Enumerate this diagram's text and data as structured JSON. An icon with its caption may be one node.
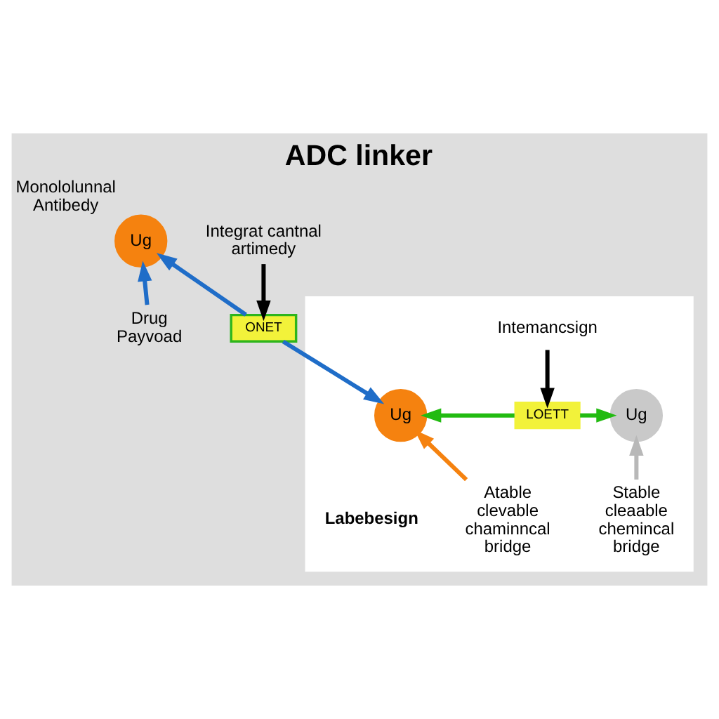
{
  "diagram": {
    "title": "ADC linker",
    "nodes": [
      {
        "text": [
          "Ug"
        ],
        "beside": [
          "Monololunnal Antibedy"
        ]
      },
      {
        "text": [
          "Integrat cantnal artimedy"
        ]
      },
      {
        "text": [
          "ONET"
        ]
      },
      {
        "text": [
          "Drug Payvoad"
        ]
      },
      {
        "text": [],
        "shape": "box"
      },
      {
        "text": [
          "Intemancsign"
        ],
        "in": 4
      },
      {
        "text": [
          "Ug"
        ],
        "in": 4
      },
      {
        "text": [
          "LOETT"
        ],
        "in": 4
      },
      {
        "text": [
          "Ug"
        ],
        "in": 4
      },
      {
        "text": [
          "Atable clevable chaminncal bridge"
        ],
        "in": 4
      },
      {
        "text": [
          "Stable cleaable chemincal bridge"
        ],
        "in": 4
      }
    ],
    "edges": [
      {
        "from": 3,
        "to": 0,
        "arrow": "to",
        "color": "#1f6dc8"
      },
      {
        "from": 2,
        "to": 0,
        "arrow": "to",
        "color": "#1f6dc8"
      },
      {
        "from": 1,
        "to": 2,
        "arrow": "to",
        "color": "#000000"
      },
      {
        "from": 2,
        "to": 6,
        "arrow": "to",
        "color": "#1f6dc8"
      },
      {
        "from": 5,
        "to": 7,
        "arrow": "to",
        "color": "#000000"
      },
      {
        "from": 7,
        "to": 6,
        "arrow": "to",
        "color": "#22bb11"
      },
      {
        "from": 7,
        "to": 8,
        "arrow": "to",
        "color": "#22bb11"
      },
      {
        "from": 9,
        "to": 6,
        "arrow": "to",
        "color": "#f5820f"
      },
      {
        "from": 10,
        "to": 8,
        "arrow": "to",
        "color": "#b8b8b8"
      }
    ],
    "labels": [
      "Labebesign"
    ]
  }
}
